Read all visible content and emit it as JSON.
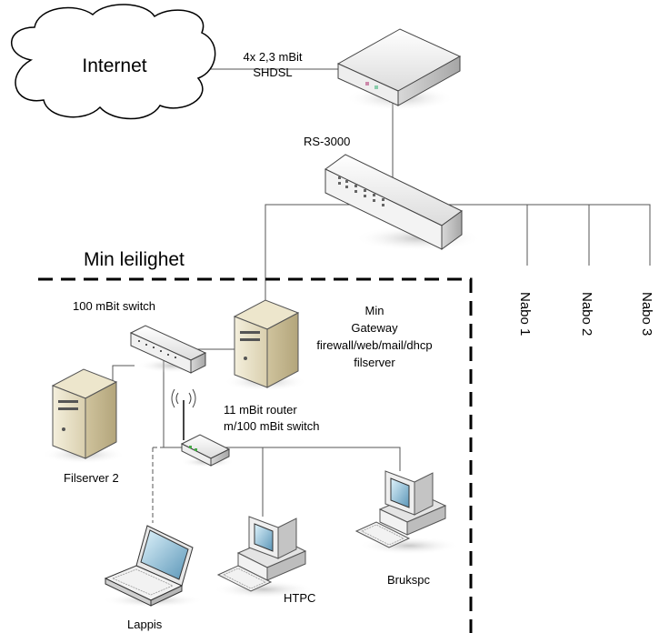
{
  "labels": {
    "internet": "Internet",
    "shdsl_line1": "4x 2,3 mBit",
    "shdsl_line2": "SHDSL",
    "rs3000": "RS-3000",
    "apartment": "Min leilighet",
    "switch100": "100 mBit switch",
    "gateway_line1": "Min",
    "gateway_line2": "Gateway",
    "gateway_line3": "firewall/web/mail/dhcp",
    "gateway_line4": "filserver",
    "router_line1": "11 mBit router",
    "router_line2": "m/100 mBit switch",
    "filserver2": "Filserver 2",
    "htpc": "HTPC",
    "brukspc": "Brukspc",
    "lappis": "Lappis",
    "nabo1": "Nabo 1",
    "nabo2": "Nabo 2",
    "nabo3": "Nabo 3"
  }
}
